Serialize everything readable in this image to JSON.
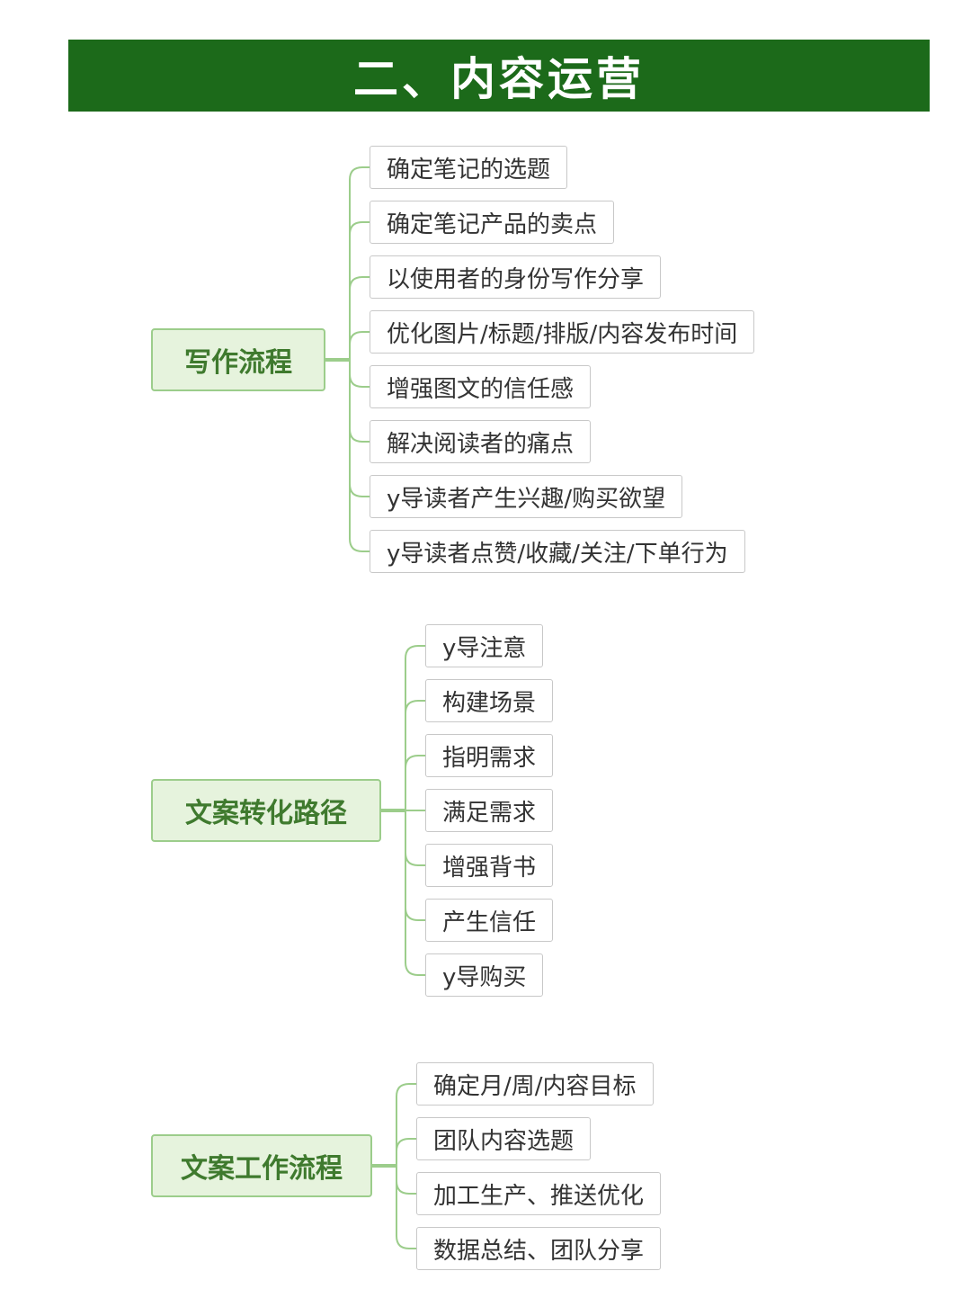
{
  "title": "二、内容运营",
  "groups": [
    {
      "label": "写作流程",
      "items": [
        "确定笔记的选题",
        "确定笔记产品的卖点",
        "以使用者的身份写作分享",
        "优化图片/标题/排版/内容发布时间",
        "增强图文的信任感",
        "解决阅读者的痛点",
        "y导读者产生兴趣/购买欲望",
        "y导读者点赞/收藏/关注/下单行为"
      ]
    },
    {
      "label": "文案转化路径",
      "items": [
        "y导注意",
        "构建场景",
        "指明需求",
        "满足需求",
        "增强背书",
        "产生信任",
        "y导购买"
      ]
    },
    {
      "label": "文案工作流程",
      "items": [
        "确定月/周/内容目标",
        "团队内容选题",
        "加工生产、推送优化",
        "数据总结、团队分享"
      ]
    }
  ],
  "colors": {
    "banner": "#1c6a1a",
    "root_fill": "#e6f3dd",
    "root_border": "#9ccd8b",
    "root_text": "#3f7a2e",
    "connector": "#9ccd8b",
    "leaf_border": "#c8c8c8"
  }
}
